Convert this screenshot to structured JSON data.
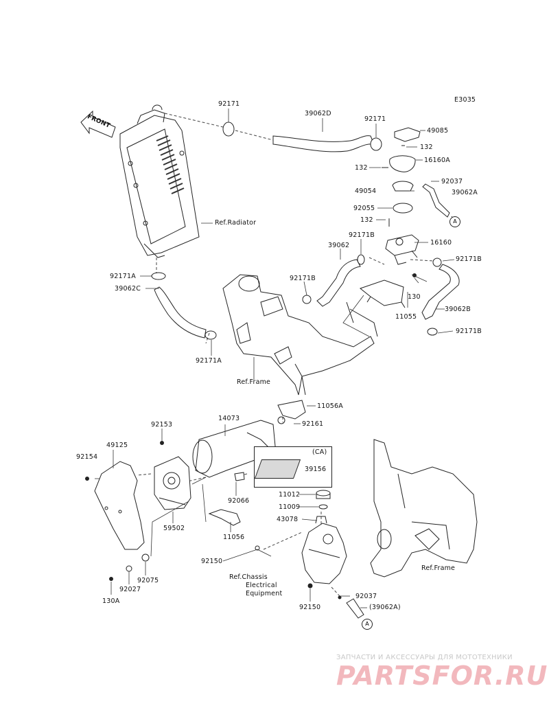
{
  "diagram_code": "E3035",
  "front_label": "FRONT",
  "ref_labels": {
    "radiator": "Ref.Radiator",
    "frame_upper": "Ref.Frame",
    "frame_lower": "Ref.Frame",
    "chassis_1": "Ref.Chassis",
    "chassis_2": "Electrical",
    "chassis_3": "Equipment"
  },
  "parts": {
    "p92171_top": "92171",
    "p39062D": "39062D",
    "p92171_b": "92171",
    "p49085": "49085",
    "p132_a": "132",
    "p132_b": "132",
    "p16160A": "16160A",
    "p92037_a": "92037",
    "p39062A": "39062A",
    "p49054": "49054",
    "p92055": "92055",
    "p132_c": "132",
    "p92171B_a": "92171B",
    "p16160": "16160",
    "p39062": "39062",
    "p92171B_b": "92171B",
    "p92171B_c": "92171B",
    "p130": "130",
    "p11055": "11055",
    "p39062B": "39062B",
    "p92171B_d": "92171B",
    "p92171A_a": "92171A",
    "p39062C": "39062C",
    "p92171A_b": "92171A",
    "p11056A": "11056A",
    "p14073": "14073",
    "p92161": "92161",
    "p92153": "92153",
    "p49125": "49125",
    "p92154": "92154",
    "p39156": "39156",
    "ca": "(CA)",
    "p92066": "92066",
    "p59502": "59502",
    "p11056": "11056",
    "p11012": "11012",
    "p11009": "11009",
    "p43078": "43078",
    "p92150_a": "92150",
    "p92075": "92075",
    "p92027": "92027",
    "p130A": "130A",
    "p92037_b": "92037",
    "p39062A_ref": "(39062A)",
    "p92150_b": "92150",
    "marker_a1": "A",
    "marker_a2": "A"
  },
  "watermark": {
    "tagline": "ЗАПЧАСТИ И АКСЕССУАРЫ ДЛЯ МОТОТЕХНИКИ",
    "brand": "PARTSFOR.RU"
  }
}
